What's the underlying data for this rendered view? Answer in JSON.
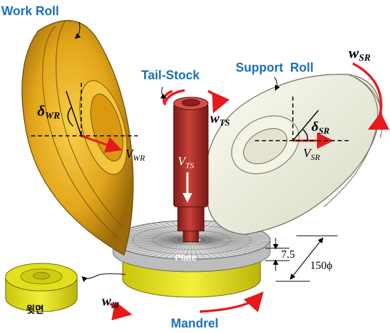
{
  "colors": {
    "label_blue": "#1a6fbe",
    "arrow_red": "#e8191c",
    "work_roll_gold": "#e3a51a",
    "support_roll_cream": "#eeeede",
    "tailstock_red": "#b32a24",
    "mandrel_yellow": "#e6e41a",
    "plate_gray": "#c9c9c9"
  },
  "labels": {
    "work_roll": "Work Roll",
    "tail_stock": "Tail-Stock",
    "support_roll": "Support  Roll",
    "mandrel": "Mandrel",
    "plate": "Plate",
    "top_face_kr": "윗면"
  },
  "symbols": {
    "w_sr_base": "w",
    "w_sr_sub": "SR",
    "w_ts_base": "w",
    "w_ts_sub": "TS",
    "w_m_base": "w",
    "w_m_sub": "M",
    "delta_wr_base": "δ",
    "delta_wr_sub": "WR",
    "delta_sr_base": "δ",
    "delta_sr_sub": "SR",
    "v_wr_base": "V",
    "v_wr_sub": "WR",
    "v_ts_base": "V",
    "v_ts_sub": "TS",
    "v_sr_base": "V",
    "v_sr_sub": "SR"
  },
  "dimensions": {
    "thickness": "7.5",
    "diameter": "150ϕ"
  }
}
